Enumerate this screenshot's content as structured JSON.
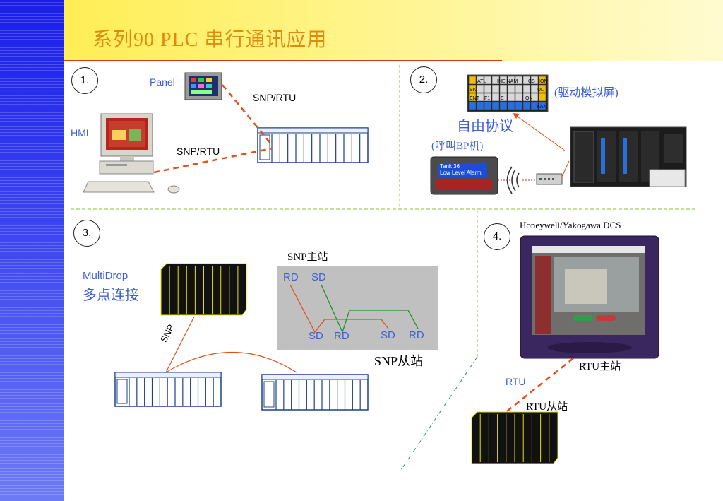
{
  "title": "系列90 PLC 串行通讯应用",
  "sections": {
    "s1": {
      "number": "1.",
      "panel_label": "Panel",
      "hmi_label": "HMI",
      "link_top": "SNP/RTU",
      "link_bottom": "SNP/RTU"
    },
    "s2": {
      "number": "2.",
      "display_label": "(驱动模拟屏)",
      "protocol_label": "自由协议",
      "pager_label": "(呼叫BP机)",
      "pager_text": [
        "Tank 36",
        "Low Level Alarm"
      ],
      "display_cells": [
        "ATL",
        "INE NAM",
        "CS",
        "ION",
        "SKI",
        "UL",
        "ENT",
        "F1",
        "E",
        "ON",
        "KAN"
      ]
    },
    "s3": {
      "number": "3.",
      "multidrop_label": "MultiDrop",
      "multidrop_cn": "多点连接",
      "snp_label": "SNP",
      "master_label": "SNP主站",
      "slave_label": "SNP从站",
      "wiring": {
        "rd_top": "RD",
        "sd_top": "SD",
        "sd_bottom1": "SD",
        "rd_bottom1": "RD",
        "sd_bottom2": "SD",
        "rd_bottom2": "RD"
      }
    },
    "s4": {
      "number": "4.",
      "dcs_label": "Honeywell/Yakogawa DCS",
      "master_label": "RTU主站",
      "rtu_label": "RTU",
      "slave_label": "RTU从站"
    }
  },
  "colors": {
    "accent_blue": "#3d5fd3",
    "link_orange": "#e0501a",
    "title_orange": "#e08a10",
    "divider_green": "#8bbf3a",
    "plc_blue": "#1f3f8f",
    "plc_black": "#111",
    "plc_yellow": "#e8e000"
  }
}
